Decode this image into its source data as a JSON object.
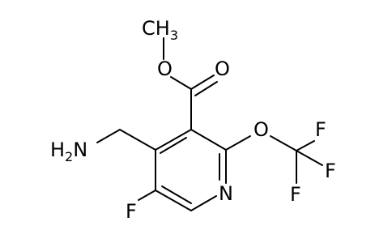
{
  "molecule": {
    "atoms": {
      "ch3": {
        "symbol": "CH",
        "subscript": "3"
      },
      "ester_o": {
        "symbol": "O"
      },
      "carbonyl_o": {
        "symbol": "O"
      },
      "ether_o": {
        "symbol": "O"
      },
      "f_top": {
        "symbol": "F"
      },
      "f_right": {
        "symbol": "F"
      },
      "f_bottom": {
        "symbol": "F"
      },
      "ring_n": {
        "symbol": "N"
      },
      "ring_f": {
        "symbol": "F"
      },
      "amine": {
        "prefix": "H",
        "subscript": "2",
        "suffix": "N"
      }
    }
  }
}
